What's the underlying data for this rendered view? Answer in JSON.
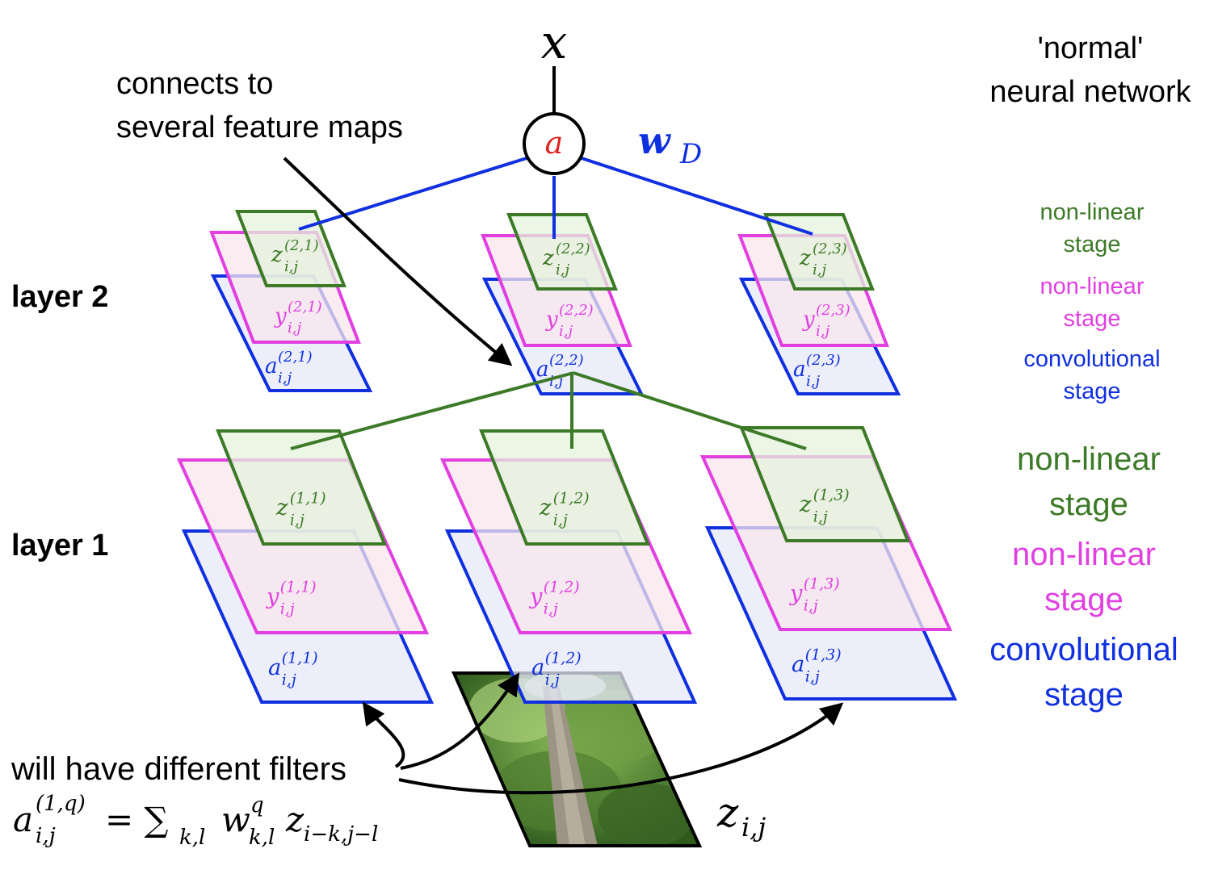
{
  "top": {
    "input_symbol": "x",
    "neuron_symbol": "a",
    "weight_symbol": "w",
    "weight_subscript": "D",
    "normal_nn_line1": "'normal'",
    "normal_nn_line2": "neural network"
  },
  "annotations": {
    "connects_line1": "connects to",
    "connects_line2": "several feature maps",
    "filters_note": "will have different filters",
    "formula_lhs": "a",
    "formula_sup": "(1,q)",
    "formula_sub": "i,j",
    "formula_rhs": "= ∑",
    "formula_sum_sub": "k,l",
    "formula_w": "w",
    "formula_w_sup": "q",
    "formula_w_sub": "k,l",
    "formula_z": "z",
    "formula_z_sub": "i−k,j−l",
    "input_label": "z",
    "input_label_sub": "i,j"
  },
  "layers": {
    "layer2_label": "layer 2",
    "layer1_label": "layer 1"
  },
  "maps": {
    "l2": [
      {
        "z": "(2,1)",
        "y": "(2,1)",
        "a": "(2,1)"
      },
      {
        "z": "(2,2)",
        "y": "(2,2)",
        "a": "(2,2)"
      },
      {
        "z": "(2,3)",
        "y": "(2,3)",
        "a": "(2,3)"
      }
    ],
    "l1": [
      {
        "z": "(1,1)",
        "y": "(1,1)",
        "a": "(1,1)"
      },
      {
        "z": "(1,2)",
        "y": "(1,2)",
        "a": "(1,2)"
      },
      {
        "z": "(1,3)",
        "y": "(1,3)",
        "a": "(1,3)"
      }
    ],
    "z_letter": "z",
    "y_letter": "y",
    "a_letter": "a",
    "sub": "i,j"
  },
  "legend_l2": {
    "nonlinear_green_1": "non-linear",
    "nonlinear_green_2": "stage",
    "nonlinear_pink_1": "non-linear",
    "nonlinear_pink_2": "stage",
    "conv_1": "convolutional",
    "conv_2": "stage"
  },
  "legend_l1": {
    "nonlinear_green_1": "non-linear",
    "nonlinear_green_2": "stage",
    "nonlinear_pink_1": "non-linear",
    "nonlinear_pink_2": "stage",
    "conv_1": "convolutional",
    "conv_2": "stage"
  },
  "colors": {
    "green": "#3d7a28",
    "pink": "#e040e0",
    "blue": "#1030e0",
    "red": "#e02020",
    "green_fill": "#e4f3dc",
    "pink_fill": "#f8e6ec",
    "blue_fill": "#e6e8f8"
  }
}
